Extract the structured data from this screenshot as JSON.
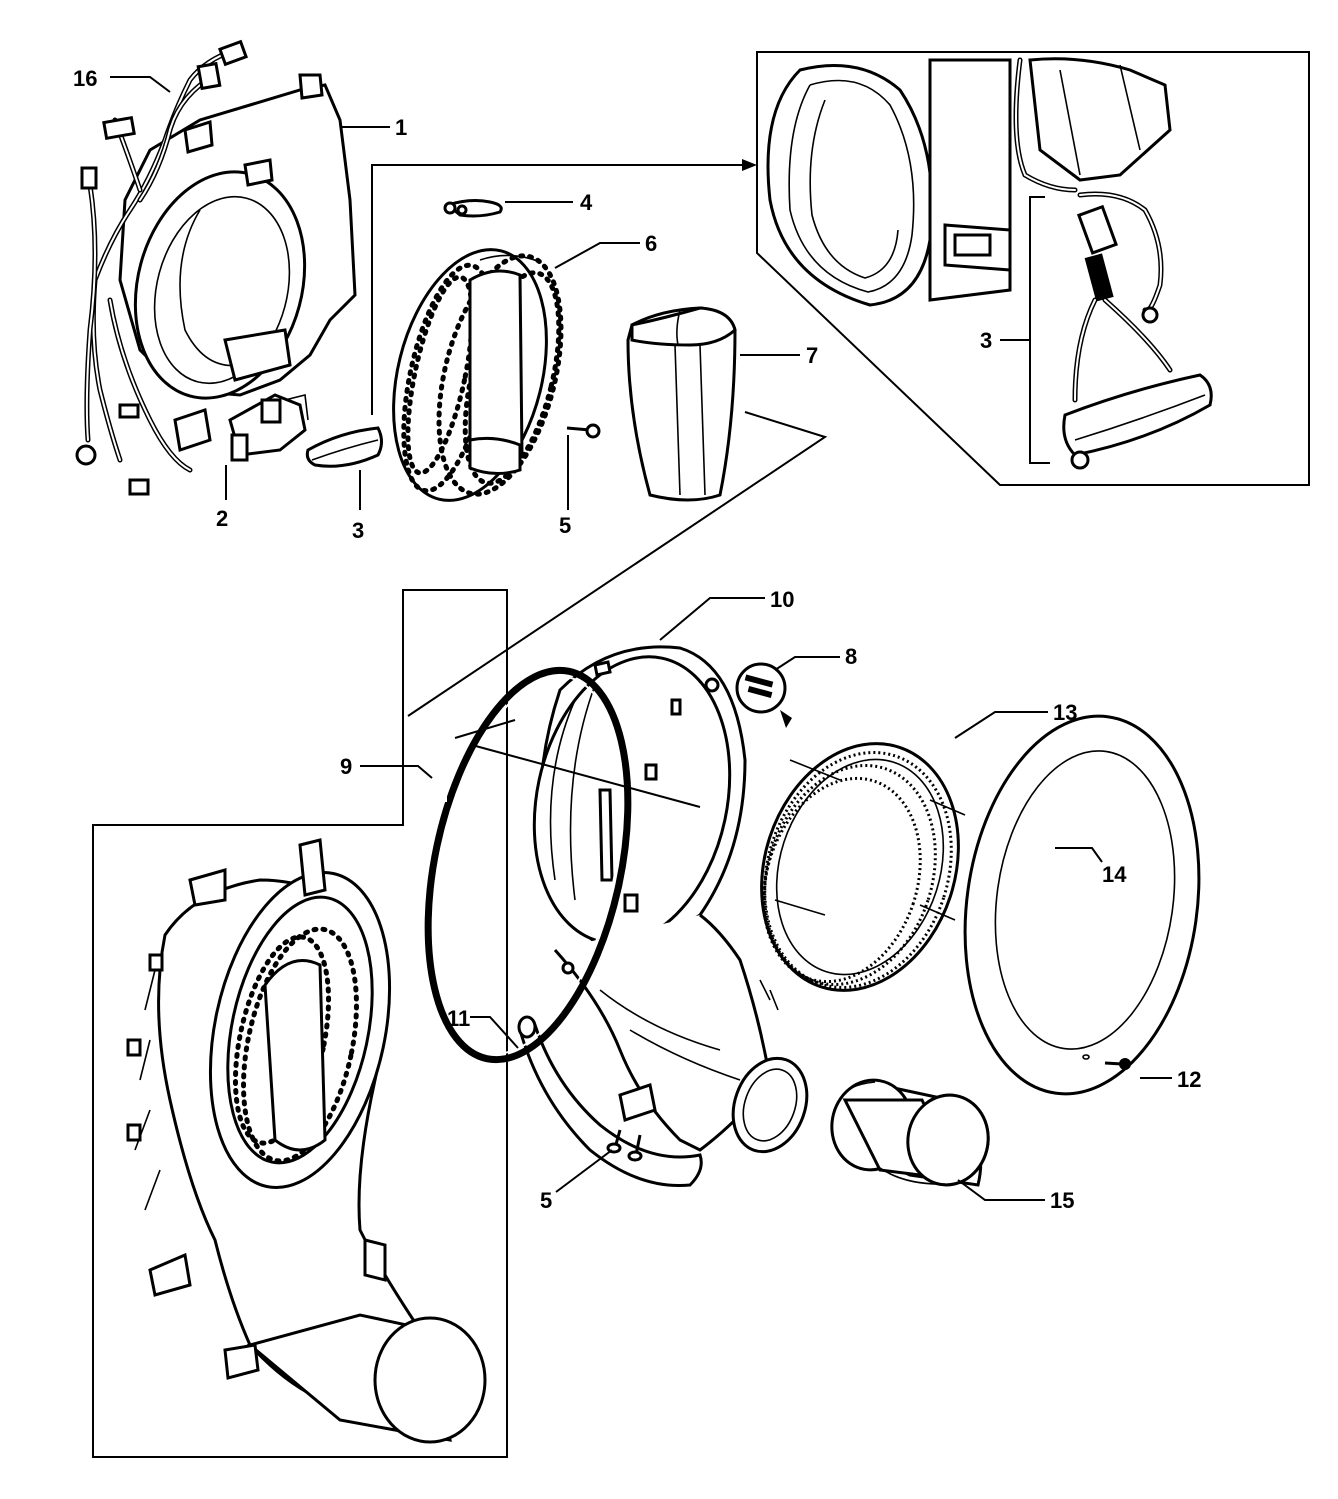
{
  "callouts": [
    {
      "id": "c16",
      "text": "16"
    },
    {
      "id": "c1",
      "text": "1"
    },
    {
      "id": "c4",
      "text": "4"
    },
    {
      "id": "c6",
      "text": "6"
    },
    {
      "id": "c7",
      "text": "7"
    },
    {
      "id": "c2",
      "text": "2"
    },
    {
      "id": "c3a",
      "text": "3"
    },
    {
      "id": "c5a",
      "text": "5"
    },
    {
      "id": "c3b",
      "text": "3"
    },
    {
      "id": "c10",
      "text": "10"
    },
    {
      "id": "c8",
      "text": "8"
    },
    {
      "id": "c13",
      "text": "13"
    },
    {
      "id": "c9",
      "text": "9"
    },
    {
      "id": "c14",
      "text": "14"
    },
    {
      "id": "c11",
      "text": "11"
    },
    {
      "id": "c12",
      "text": "12"
    },
    {
      "id": "c5b",
      "text": "5"
    },
    {
      "id": "c15",
      "text": "15"
    }
  ]
}
